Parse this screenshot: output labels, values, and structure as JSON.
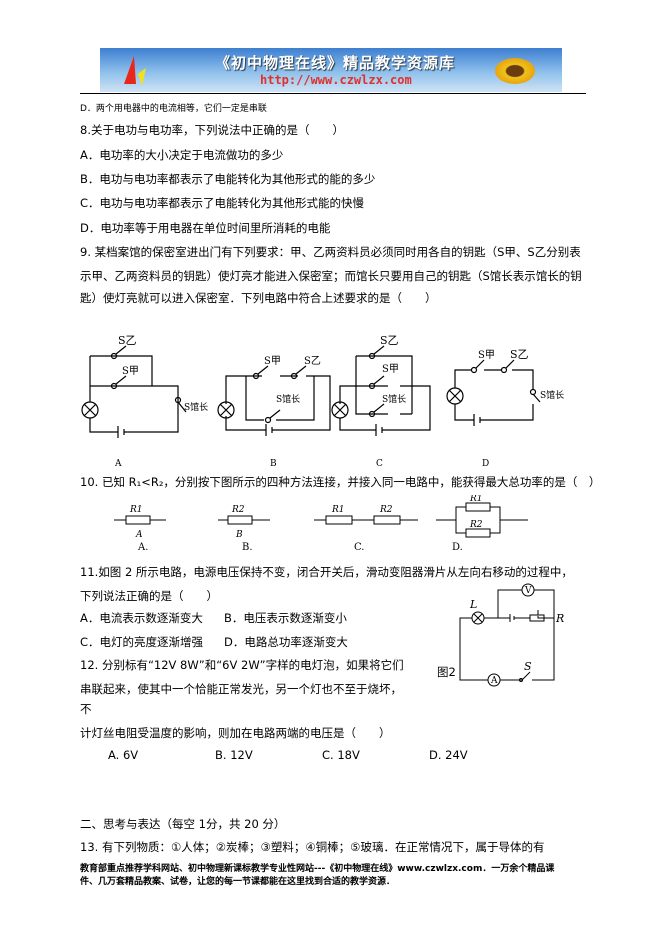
{
  "banner": {
    "title": "《初中物理在线》精品教学资源库",
    "url": "http://www.czwlzx.com"
  },
  "lines": {
    "d_prev": "D．两个用电器中的电流相等，它们一定是串联",
    "q8": "8.关于电功与电功率，下列说法中正确的是（　　）",
    "q8a": "A．电功率的大小决定于电流做功的多少",
    "q8b": "B．电功与电功率都表示了电能转化为其他形式的能的多少",
    "q8c": "C．电功与电功率都表示了电能转化为其他形式能的快慢",
    "q8d": "D．电功率等于用电器在单位时间里所消耗的电能",
    "q9_1": "9. 某档案馆的保密室进出门有下列要求：甲、乙两资料员必须同时用各自的钥匙（S甲、S乙分别表",
    "q9_2": "示甲、乙两资料员的钥匙）使灯亮才能进入保密室；而馆长只要用自己的钥匙（S馆长表示馆长的钥",
    "q9_3": "匙）使灯亮就可以进入保密室．下列电路中符合上述要求的是（　　）",
    "q10": "10. 已知 R₁<R₂，分别按下图所示的四种方法连接，并接入同一电路中，能获得最大总功率的是（　）",
    "q11_1": "11.如图 2 所示电路，电源电压保持不变，闭合开关后，滑动变阻器滑片从左向右移动的过程中，",
    "q11_2": "下列说法正确的是（　　）",
    "q11a": "A．电流表示数逐渐变大",
    "q11b": "B．电压表示数逐渐变小",
    "q11c": "C．电灯的亮度逐渐增强",
    "q11d": "D．电路总功率逐渐变大",
    "q12_1": "12.  分别标有“12V 8W”和“6V 2W”字样的电灯泡，如果将它们",
    "q12_2": " 串联起来，使其中一个恰能正常发光，另一个灯也不至于烧坏，",
    "q12_3": "不",
    "q12_4": " 计灯丝电阻受温度的影响，则加在电路两端的电压是（　　）",
    "q12a": "A. 6V",
    "q12b": "B. 12V",
    "q12c": "C. 18V",
    "q12d": "D. 24V",
    "sec2": "二、思考与表达（每空 1分，共 20 分）",
    "q13": "13. 有下列物质：①人体；②炭棒；③塑料；④铜棒；⑤玻璃．在正常情况下，属于导体的有",
    "foot1": "教育部重点推荐学科网站、初中物理新课标教学专业性网站---《初中物理在线》www.czwlzx.com．一万余个精品课",
    "foot2": "件、几万套精品教案、试卷，让您的每一节课都能在这里找到合适的教学资源．"
  },
  "q9_circuits": {
    "labels": [
      "A",
      "B",
      "C",
      "D"
    ],
    "s_jia": "S甲",
    "s_yi": "S乙",
    "s_guan": "S馆长"
  },
  "q10_figs": {
    "r1": "R1",
    "r2": "R2",
    "sub_a": "A",
    "sub_b": "B",
    "labels": [
      "A.",
      "B.",
      "C.",
      "D."
    ]
  },
  "fig2": {
    "caption": "图2",
    "L": "L",
    "R": "R",
    "S": "S",
    "V": "V",
    "A": "A"
  }
}
